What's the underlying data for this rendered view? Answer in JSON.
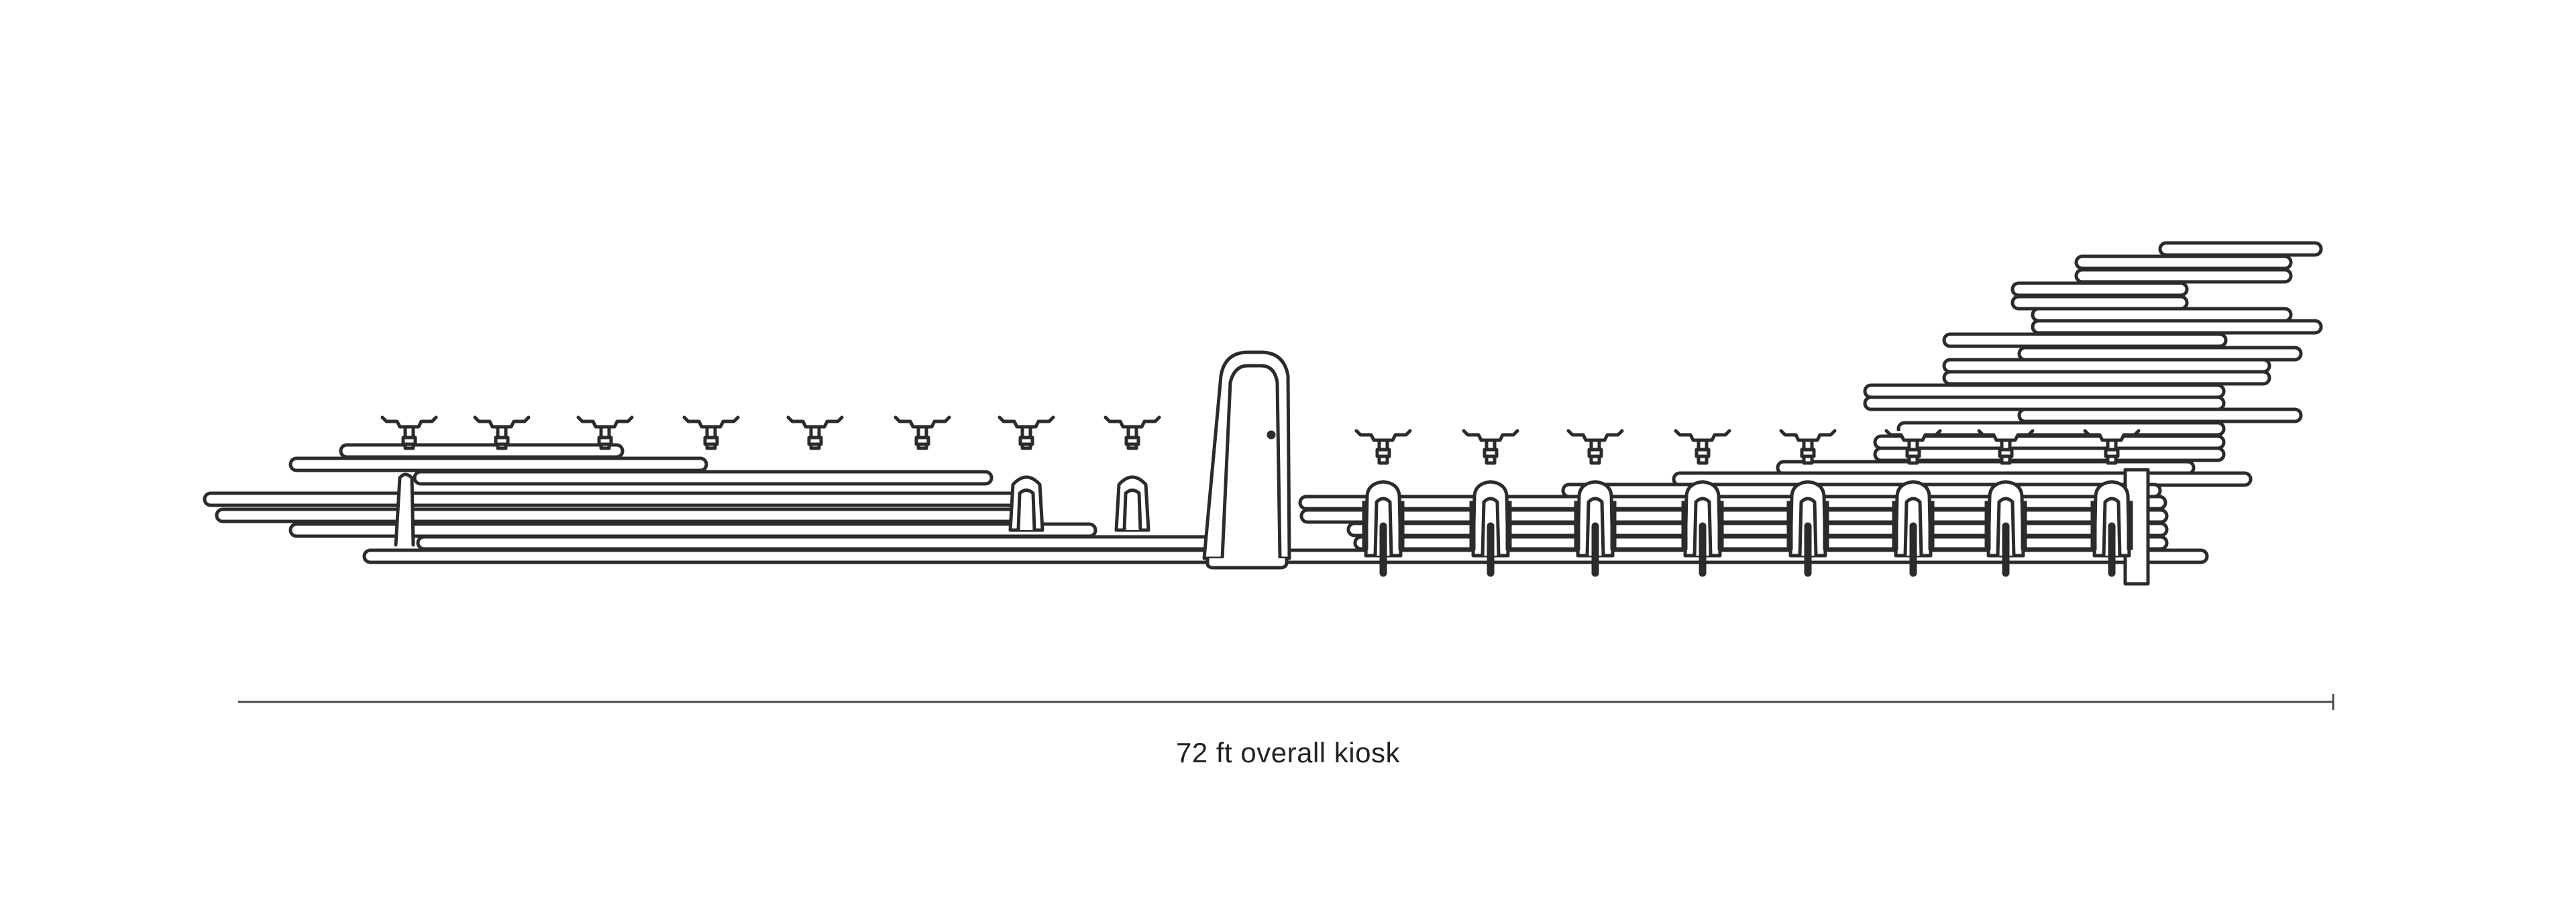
{
  "dimension": {
    "label": "72 ft overall kiosk"
  },
  "colors": {
    "ink": "#2b2b2b",
    "background": "#ffffff",
    "dimension_line": "#4a4a4a"
  },
  "components": {
    "left_docks_rear_facing": 8,
    "right_bikes_docked": 8,
    "payment_station": 1,
    "end_marker": 1
  }
}
